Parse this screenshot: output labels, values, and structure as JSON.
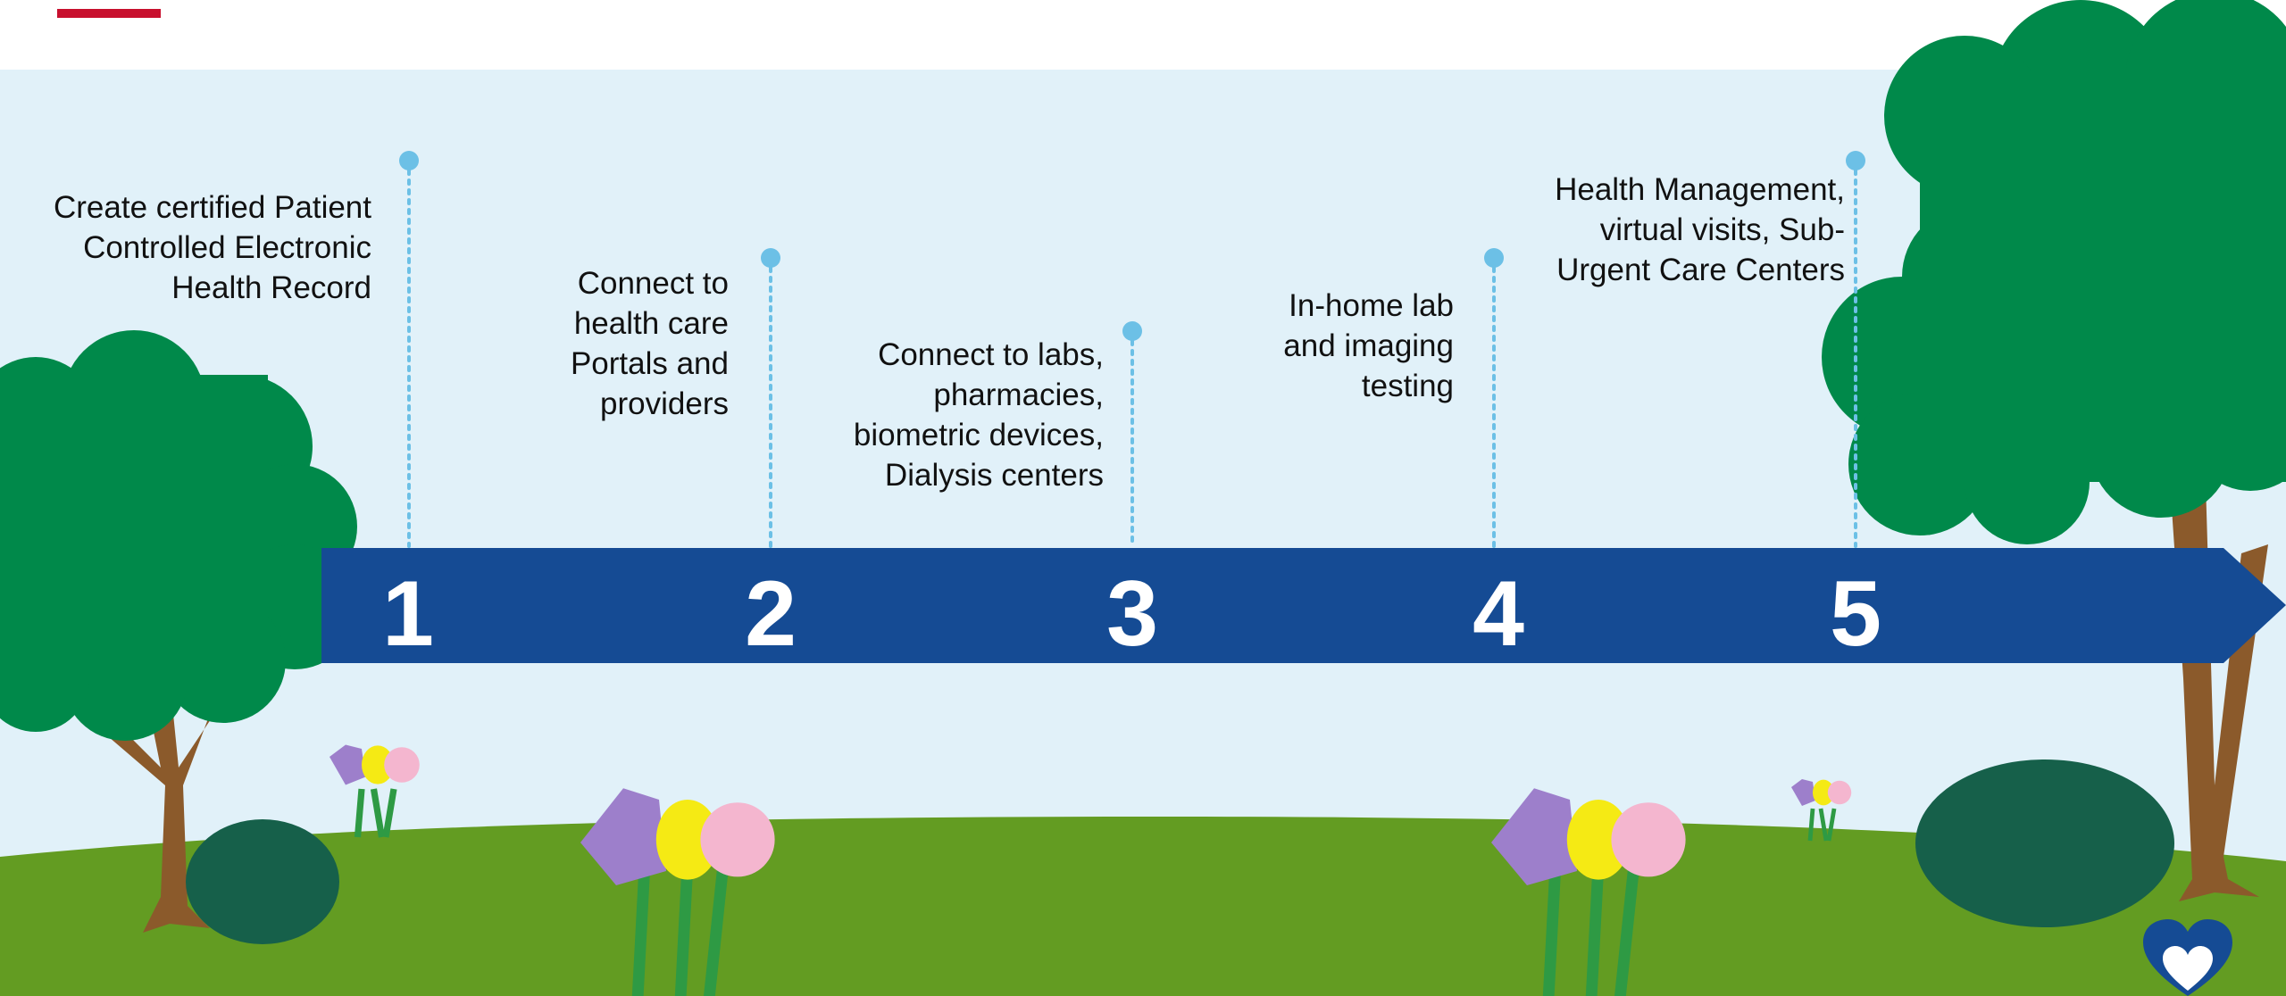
{
  "colors": {
    "sky": "#e1f1f9",
    "ground": "#639c22",
    "arrow": "#154b94",
    "marker": "#6cc0e6",
    "tree": "#00894a",
    "trunk": "#8b5a2b",
    "bush": "#16604a",
    "accent": "#c8102e",
    "heart": "#154b94"
  },
  "timeline": {
    "steps": [
      {
        "number": "1",
        "text": "Create certified Patient\nControlled Electronic\nHealth Record"
      },
      {
        "number": "2",
        "text": "Connect to\nhealth care\nPortals and\nproviders"
      },
      {
        "number": "3",
        "text": "Connect to labs,\npharmacies,\nbiometric devices,\nDialysis centers"
      },
      {
        "number": "4",
        "text": "In-home lab\nand imaging\ntesting"
      },
      {
        "number": "5",
        "text": "Health Management,\nvirtual visits, Sub-\nUrgent Care Centers"
      }
    ]
  },
  "decorations": {
    "icons": [
      "tree-icon",
      "bush-icon",
      "flower-icon",
      "heart-icon"
    ]
  }
}
